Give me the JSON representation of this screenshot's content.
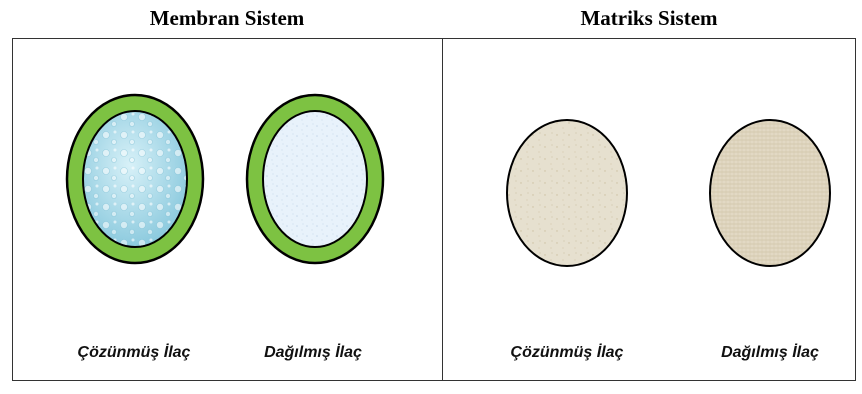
{
  "panels": [
    {
      "title": "Membran Sistem",
      "items": [
        {
          "label": "Çözünmüş İlaç",
          "kind": "membrane-liquid"
        },
        {
          "label": "Dağılmış İlaç",
          "kind": "membrane-dispersed"
        }
      ]
    },
    {
      "title": "Matriks Sistem",
      "items": [
        {
          "label": "Çözünmüş İlaç",
          "kind": "matrix-dissolved"
        },
        {
          "label": "Dağılmış İlaç",
          "kind": "matrix-dispersed"
        }
      ]
    }
  ],
  "colors": {
    "membrane": "#7dc242",
    "outline": "#000000",
    "liquid": "#a9dcea",
    "dispersed": "#e8f2fb",
    "matrix": "#e6e0cf",
    "matrix_weave": "#ddd3bd"
  }
}
